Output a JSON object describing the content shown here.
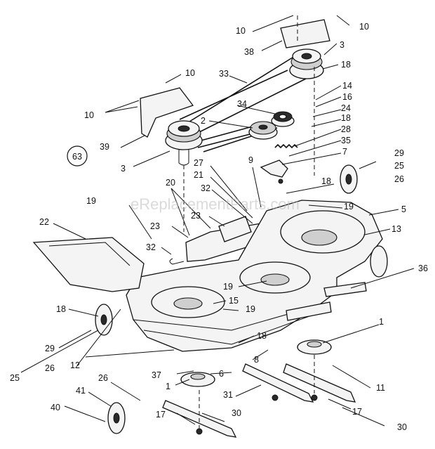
{
  "watermark": "eReplacementParts.com",
  "assembly_badge": "63",
  "callouts": [
    "1",
    "2",
    "3",
    "5",
    "6",
    "7",
    "8",
    "9",
    "10",
    "11",
    "12",
    "13",
    "14",
    "15",
    "16",
    "17",
    "18",
    "19",
    "20",
    "21",
    "22",
    "23",
    "24",
    "25",
    "26",
    "27",
    "28",
    "29",
    "30",
    "31",
    "32",
    "33",
    "34",
    "35",
    "36",
    "37",
    "38",
    "39",
    "40",
    "41"
  ]
}
